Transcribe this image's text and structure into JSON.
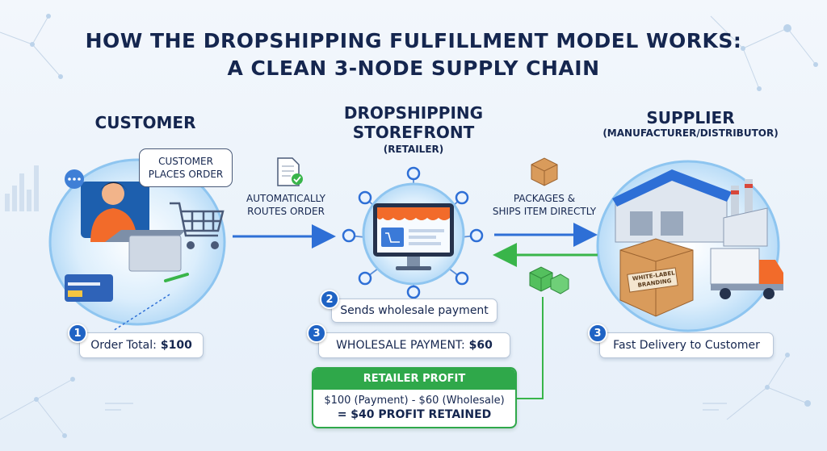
{
  "title": {
    "line1": "HOW THE DROPSHIPPING FULFILLMENT MODEL WORKS:",
    "line2": "A CLEAN 3-NODE SUPPLY CHAIN"
  },
  "customer": {
    "header": "CUSTOMER",
    "bubble_line1": "CUSTOMER",
    "bubble_line2": "PLACES ORDER",
    "step_number": "1",
    "order_label": "Order Total:",
    "order_value": "$100"
  },
  "storefront": {
    "header_line1": "DROPSHIPPING",
    "header_line2": "STOREFRONT",
    "subheader": "(RETAILER)",
    "step2_number": "2",
    "step2_text": "Sends wholesale payment",
    "step3_number": "3",
    "step3_label": "WHOLESALE PAYMENT:",
    "step3_value": "$60"
  },
  "supplier": {
    "header": "SUPPLIER",
    "subheader": "(MANUFACTURER/DISTRIBUTOR)",
    "box_label_line1": "WHITE-LABEL",
    "box_label_line2": "BRANDING",
    "step_number": "3",
    "step_text": "Fast Delivery to Customer"
  },
  "flows": {
    "routes_line1": "AUTOMATICALLY",
    "routes_line2": "ROUTES ORDER",
    "ships_line1": "PACKAGES &",
    "ships_line2": "SHIPS ITEM DIRECTLY"
  },
  "profit": {
    "header": "RETAILER PROFIT",
    "formula": "$100 (Payment) - $60 (Wholesale)",
    "result": "= $40 PROFIT RETAINED"
  },
  "colors": {
    "arrow_blue": "#2e6fd6",
    "arrow_green": "#39b54a",
    "badge_blue": "#1f63c4",
    "profit_green": "#2fa84a",
    "title_navy": "#15264f"
  }
}
